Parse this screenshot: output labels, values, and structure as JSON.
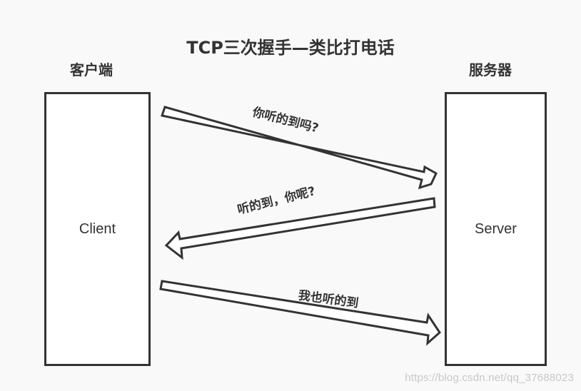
{
  "title": "TCP三次握手—类比打电话",
  "client": {
    "heading": "客户端",
    "box_label": "Client"
  },
  "server": {
    "heading": "服务器",
    "box_label": "Server"
  },
  "messages": [
    {
      "text": "你听的到吗?",
      "direction": "client-to-server"
    },
    {
      "text": "听的到，你呢?",
      "direction": "server-to-client"
    },
    {
      "text": "我也听的到",
      "direction": "client-to-server"
    }
  ],
  "watermark": "https://blog.csdn.net/qq_37688023",
  "colors": {
    "stroke": "#333333",
    "background": "#f9f9f9",
    "box_fill": "#ffffff",
    "watermark": "#c8c8c8"
  }
}
